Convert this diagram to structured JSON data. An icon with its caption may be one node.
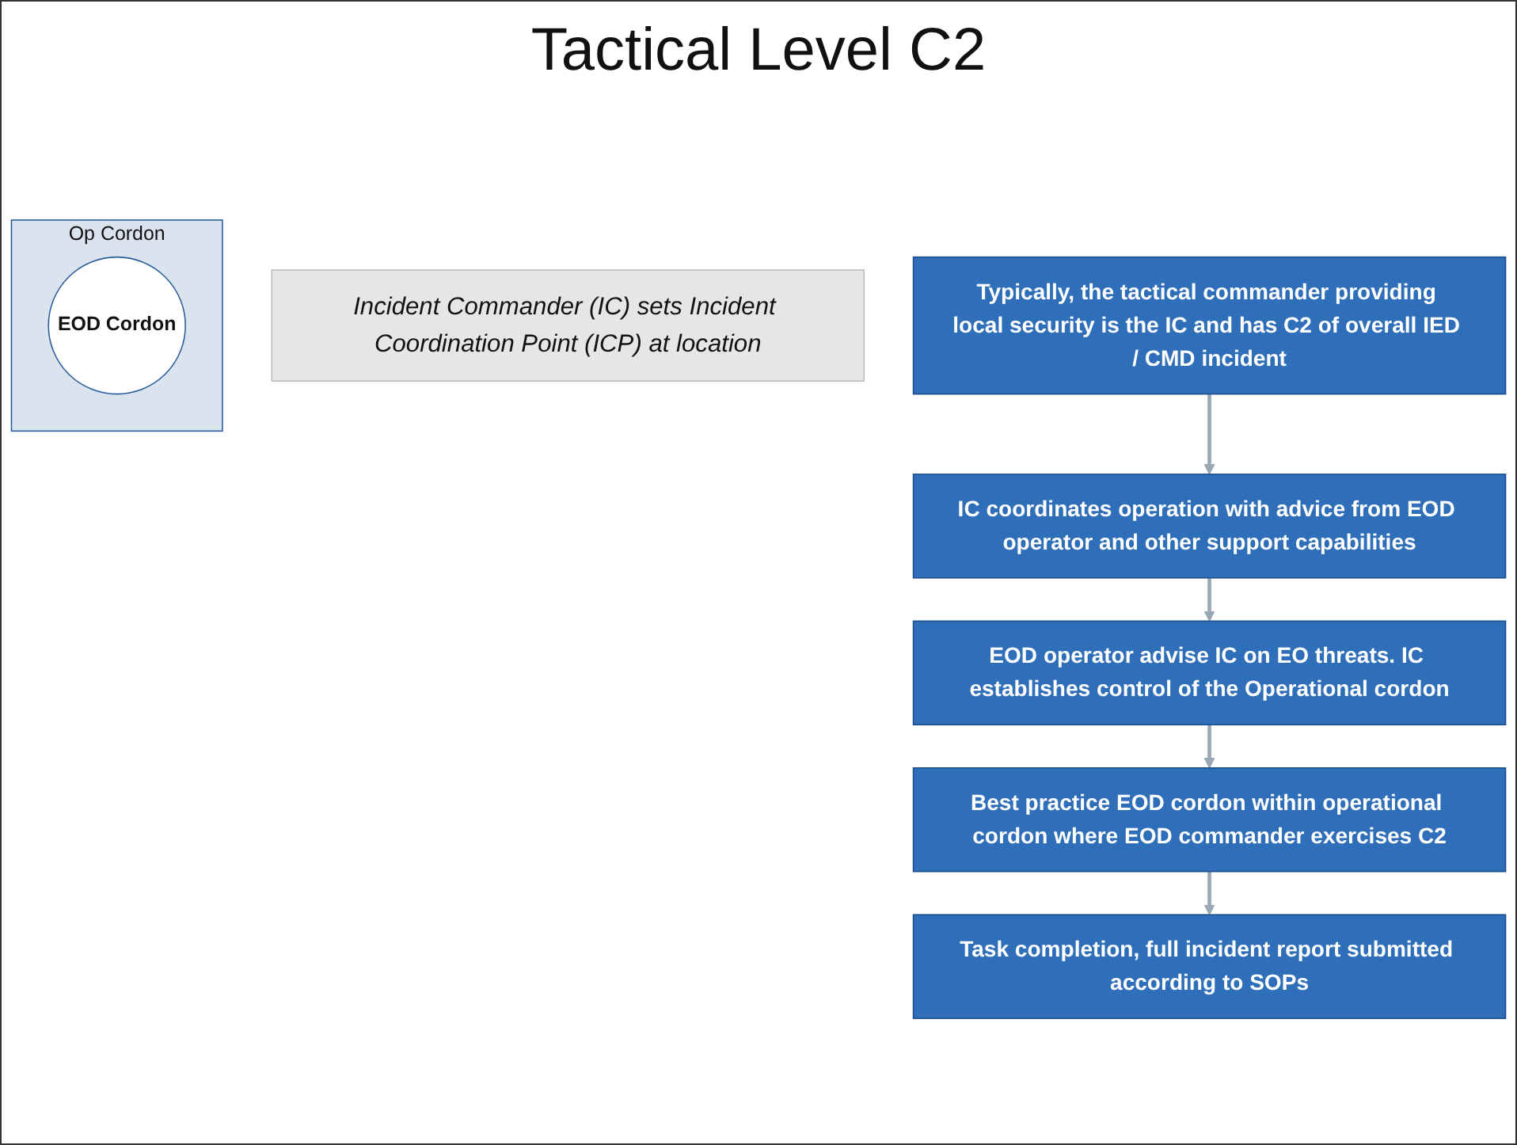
{
  "diagram": {
    "title": "Tactical Level C2",
    "nodes": [
      {
        "text": [
          "Incident Commander (IC) sets Incident Coordination Point (ICP) at location"
        ]
      },
      {
        "text": [
          "Typically, the tactical commander providing local security is the IC and has C2 of overall IED / CMD incident"
        ]
      },
      {
        "text": [
          "IC coordinates operation with advice from EOD operator and other support capabilities"
        ]
      },
      {
        "text": [
          "EOD operator advise IC on EO threats. IC establishes control of the Operational cordon"
        ]
      },
      {
        "text": [
          "Best practice EOD cordon within operational cordon where EOD commander exercises C2"
        ]
      },
      {
        "text": [
          "Task completion, full incident report submitted according to SOPs"
        ]
      },
      {
        "text": [
          "Op Cordon"
        ]
      },
      {
        "text": [
          "EOD Cordon"
        ],
        "in": 6
      }
    ],
    "edges": [
      {
        "from": 1,
        "to": 2,
        "arrow": "to"
      },
      {
        "from": 2,
        "to": 3,
        "arrow": "to"
      },
      {
        "from": 3,
        "to": 4,
        "arrow": "to"
      },
      {
        "from": 4,
        "to": 5,
        "arrow": "to"
      }
    ]
  }
}
